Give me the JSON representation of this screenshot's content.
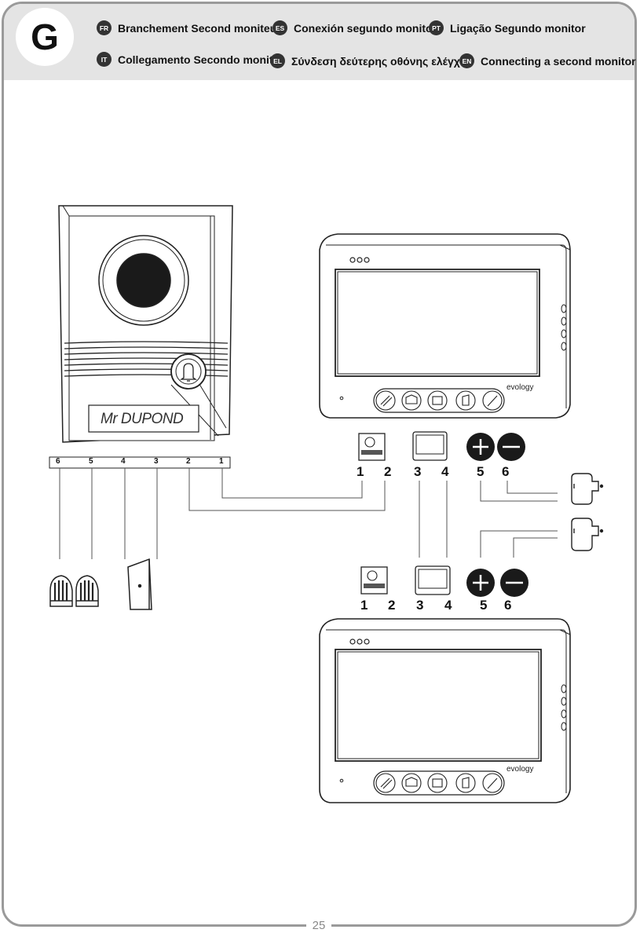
{
  "section": {
    "letter": "G"
  },
  "languages": [
    {
      "code": "FR",
      "text": "Branchement Second moniteur"
    },
    {
      "code": "ES",
      "text": "Conexión segundo monitor"
    },
    {
      "code": "PT",
      "text": "Ligação Segundo monitor"
    },
    {
      "code": "IT",
      "text": "Collegamento Secondo monitor"
    },
    {
      "code": "EL",
      "text": "Σύνδεση δεύτερης οθόνης ελέγχου"
    },
    {
      "code": "EN",
      "text": "Connecting a second monitor"
    }
  ],
  "door_station": {
    "nameplate": "Mr DUPOND",
    "terminals": [
      "6",
      "5",
      "4",
      "3",
      "2",
      "1"
    ]
  },
  "monitor": {
    "brand": "evology"
  },
  "terminal_numbers": [
    "1",
    "2",
    "3",
    "4",
    "5",
    "6"
  ],
  "page_number": "25"
}
